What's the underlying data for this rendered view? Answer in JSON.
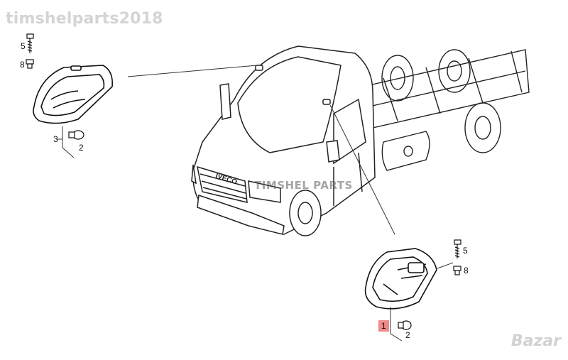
{
  "watermark_text": "timshelparts2018",
  "center_mark_text": "TIMSHEL PARTS",
  "brand_logo_text": "Bazar",
  "truck_badge_text": "IVECO",
  "accent_color": "#f08a8a",
  "callouts_top": {
    "bolt": "5",
    "nut": "8",
    "lamp_housing": "3",
    "bulb": "2"
  },
  "callouts_bottom": {
    "bolt": "5",
    "nut": "8",
    "lamp_housing": "1",
    "bulb": "2"
  }
}
